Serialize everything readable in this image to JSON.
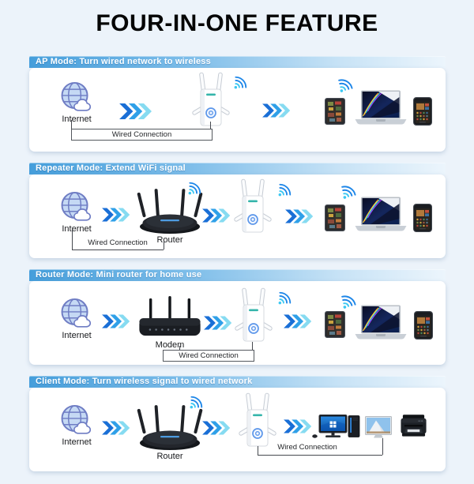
{
  "title": "FOUR-IN-ONE FEATURE",
  "sections": [
    {
      "id": "ap-mode",
      "header": "AP Mode: Turn wired network to wireless"
    },
    {
      "id": "repeater-mode",
      "header": "Repeater Mode: Extend WiFi signal"
    },
    {
      "id": "router-mode",
      "header": "Router Mode: Mini router for home use"
    },
    {
      "id": "client-mode",
      "header": "Client Mode: Turn wireless signal to wired network"
    }
  ],
  "labels": {
    "internet": "Internet",
    "router": "Router",
    "modem": "Modem",
    "wired_connection": "Wired Connection"
  },
  "icons": {
    "internet": "globe-cloud-icon",
    "wifi": "wifi-signal-icon",
    "flow_arrow": "triple-chevron-right-icon",
    "extender": "wifi-extender-device",
    "router": "router-device",
    "modem": "modem-device",
    "tablet": "tablet-device",
    "laptop": "laptop-device",
    "phone": "smartphone-device",
    "desktop": "desktop-pc-device",
    "tv": "tv-device",
    "printer": "printer-device"
  },
  "colors": {
    "page_background": "#ecf3fa",
    "header_gradient_start": "#459edb",
    "header_gradient_end": "#ecf5fc",
    "header_text": "#ffffff",
    "arrow_dark_blue": "#1a6fd6",
    "arrow_mid_blue": "#2fa0e8",
    "arrow_light_cyan": "#86dbf1",
    "wifi_blue": "#1d86e8",
    "wifi_cyan": "#3cc8f2",
    "globe_fill": "#c5d9f4",
    "globe_stroke": "#6f7dc4",
    "title_text": "#050505"
  }
}
